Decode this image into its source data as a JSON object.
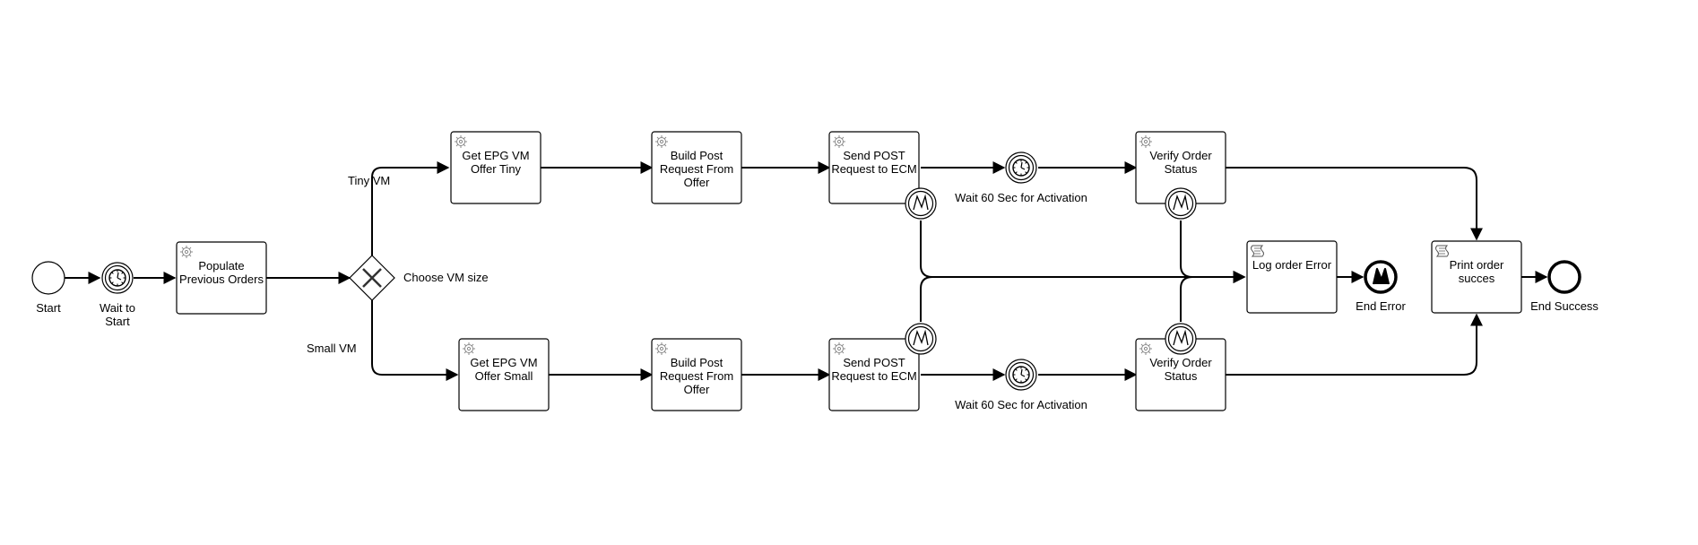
{
  "diagram": {
    "events": {
      "start": "Start",
      "wait_to_start": "Wait to\nStart",
      "wait_60_tiny": "Wait 60 Sec for Activation",
      "wait_60_small": "Wait 60 Sec for Activation",
      "end_error": "End Error",
      "end_success": "End Success"
    },
    "tasks": {
      "populate": "Populate\nPrevious Orders",
      "get_tiny": "Get EPG VM\nOffer Tiny",
      "build_tiny": "Build Post\nRequest From\nOffer",
      "send_tiny": "Send POST\nRequest to ECM",
      "verify_tiny": "Verify Order\nStatus",
      "get_small": "Get EPG VM\nOffer Small",
      "build_small": "Build Post\nRequest From\nOffer",
      "send_small": "Send POST\nRequest to ECM",
      "verify_small": "Verify Order\nStatus",
      "log_error": "Log order Error",
      "print_success": "Print order\nsucces"
    },
    "gateway": {
      "label": "Choose VM size",
      "branch_tiny": "Tiny VM",
      "branch_small": "Small VM"
    }
  }
}
